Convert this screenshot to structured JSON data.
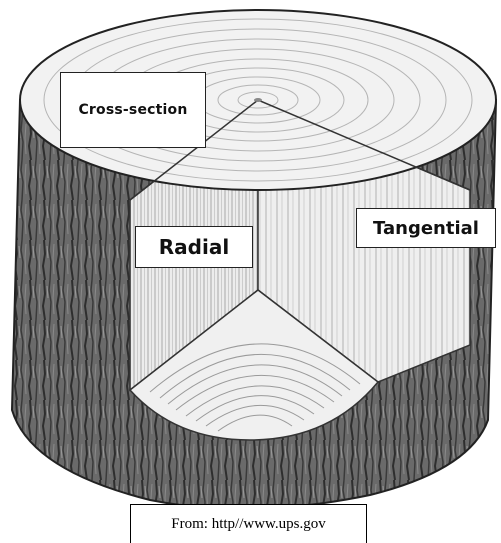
{
  "labels": {
    "cross_section": "Cross-section",
    "radial": "Radial",
    "tangential": "Tangential"
  },
  "source": "From: http//www.ups.gov",
  "colors": {
    "bark": "#4a4a4a",
    "wood_face": "#e9e9e9",
    "grain": "#9a9a9a",
    "outline": "#222222"
  }
}
